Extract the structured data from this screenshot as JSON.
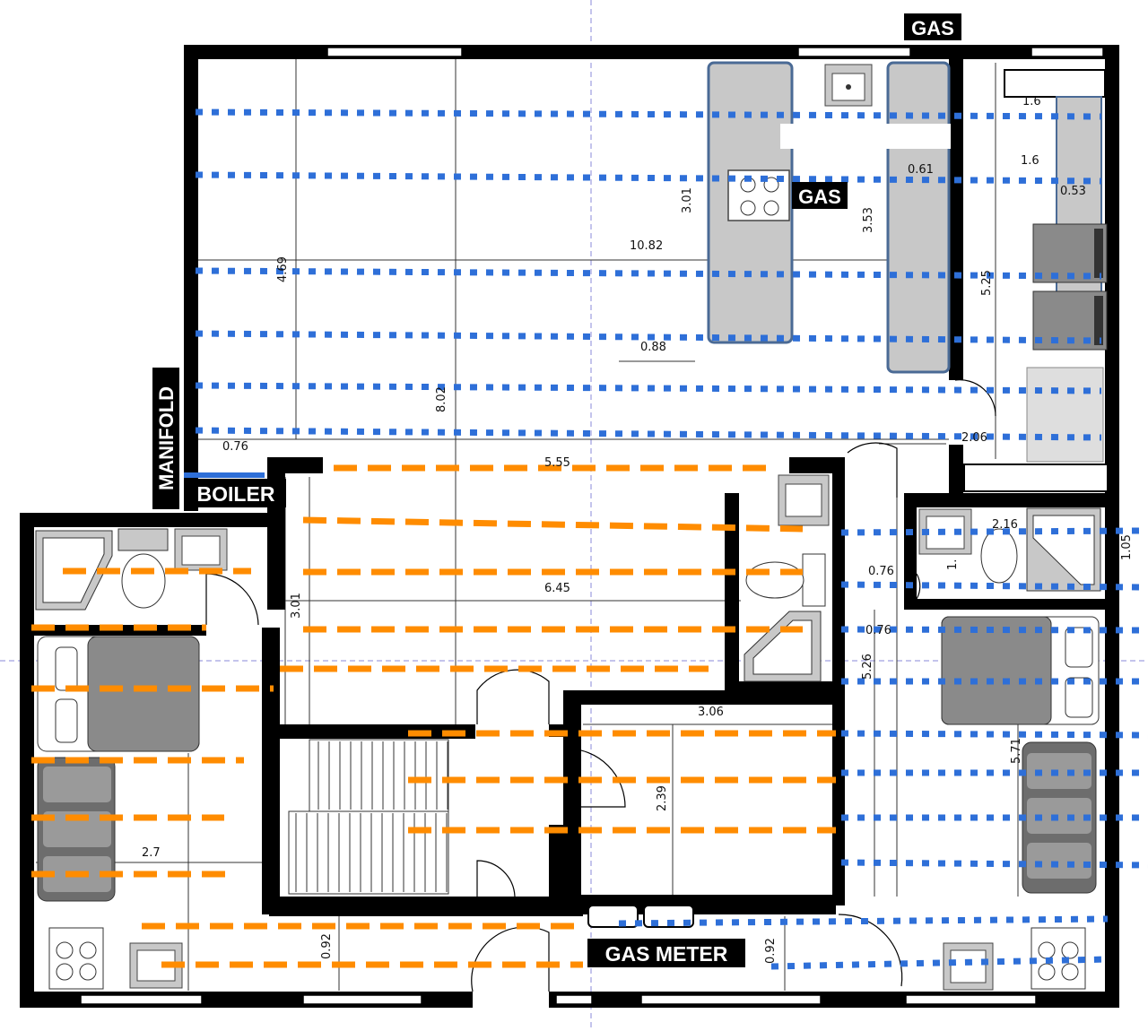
{
  "labels": {
    "gas_top": "GAS",
    "gas_kitchen": "GAS",
    "gas_meter": "GAS METER",
    "boiler": "BOILER",
    "manifold": "MANIFOLD"
  },
  "dimensions": {
    "d1_6a": "1.6",
    "d1_6b": "1.6",
    "d0_53": "0.53",
    "d0_61": "0.61",
    "d3_01a": "3.01",
    "d3_53": "3.53",
    "d10_82": "10.82",
    "d4_69": "4.69",
    "d5_25": "5.25",
    "d0_88": "0.88",
    "d8_02": "8.02",
    "d0_76a": "0.76",
    "d5_55": "5.55",
    "d2_06": "2.06",
    "d2_16": "2.16",
    "d1_05": "1.05",
    "d1_": "1.",
    "d0_76b": "0.76",
    "d6_45": "6.45",
    "d3_01b": "3.01",
    "d0_76c": "0.76",
    "d5_26": "5.26",
    "d3_06": "3.06",
    "d5_71": "5.71",
    "d2_39": "2.39",
    "d2_7": "2.7",
    "d0_92a": "0.92",
    "d0_92b": "0.92"
  },
  "colors": {
    "wall": "#000000",
    "blue_heating": "#2e6fd8",
    "orange_heating": "#ff8c00",
    "fixture_gray": "#c8c8c8",
    "counter_outline": "#4a6a95",
    "dark_furniture": "#7a7a7a",
    "guide_line": "#8a8ad8"
  }
}
